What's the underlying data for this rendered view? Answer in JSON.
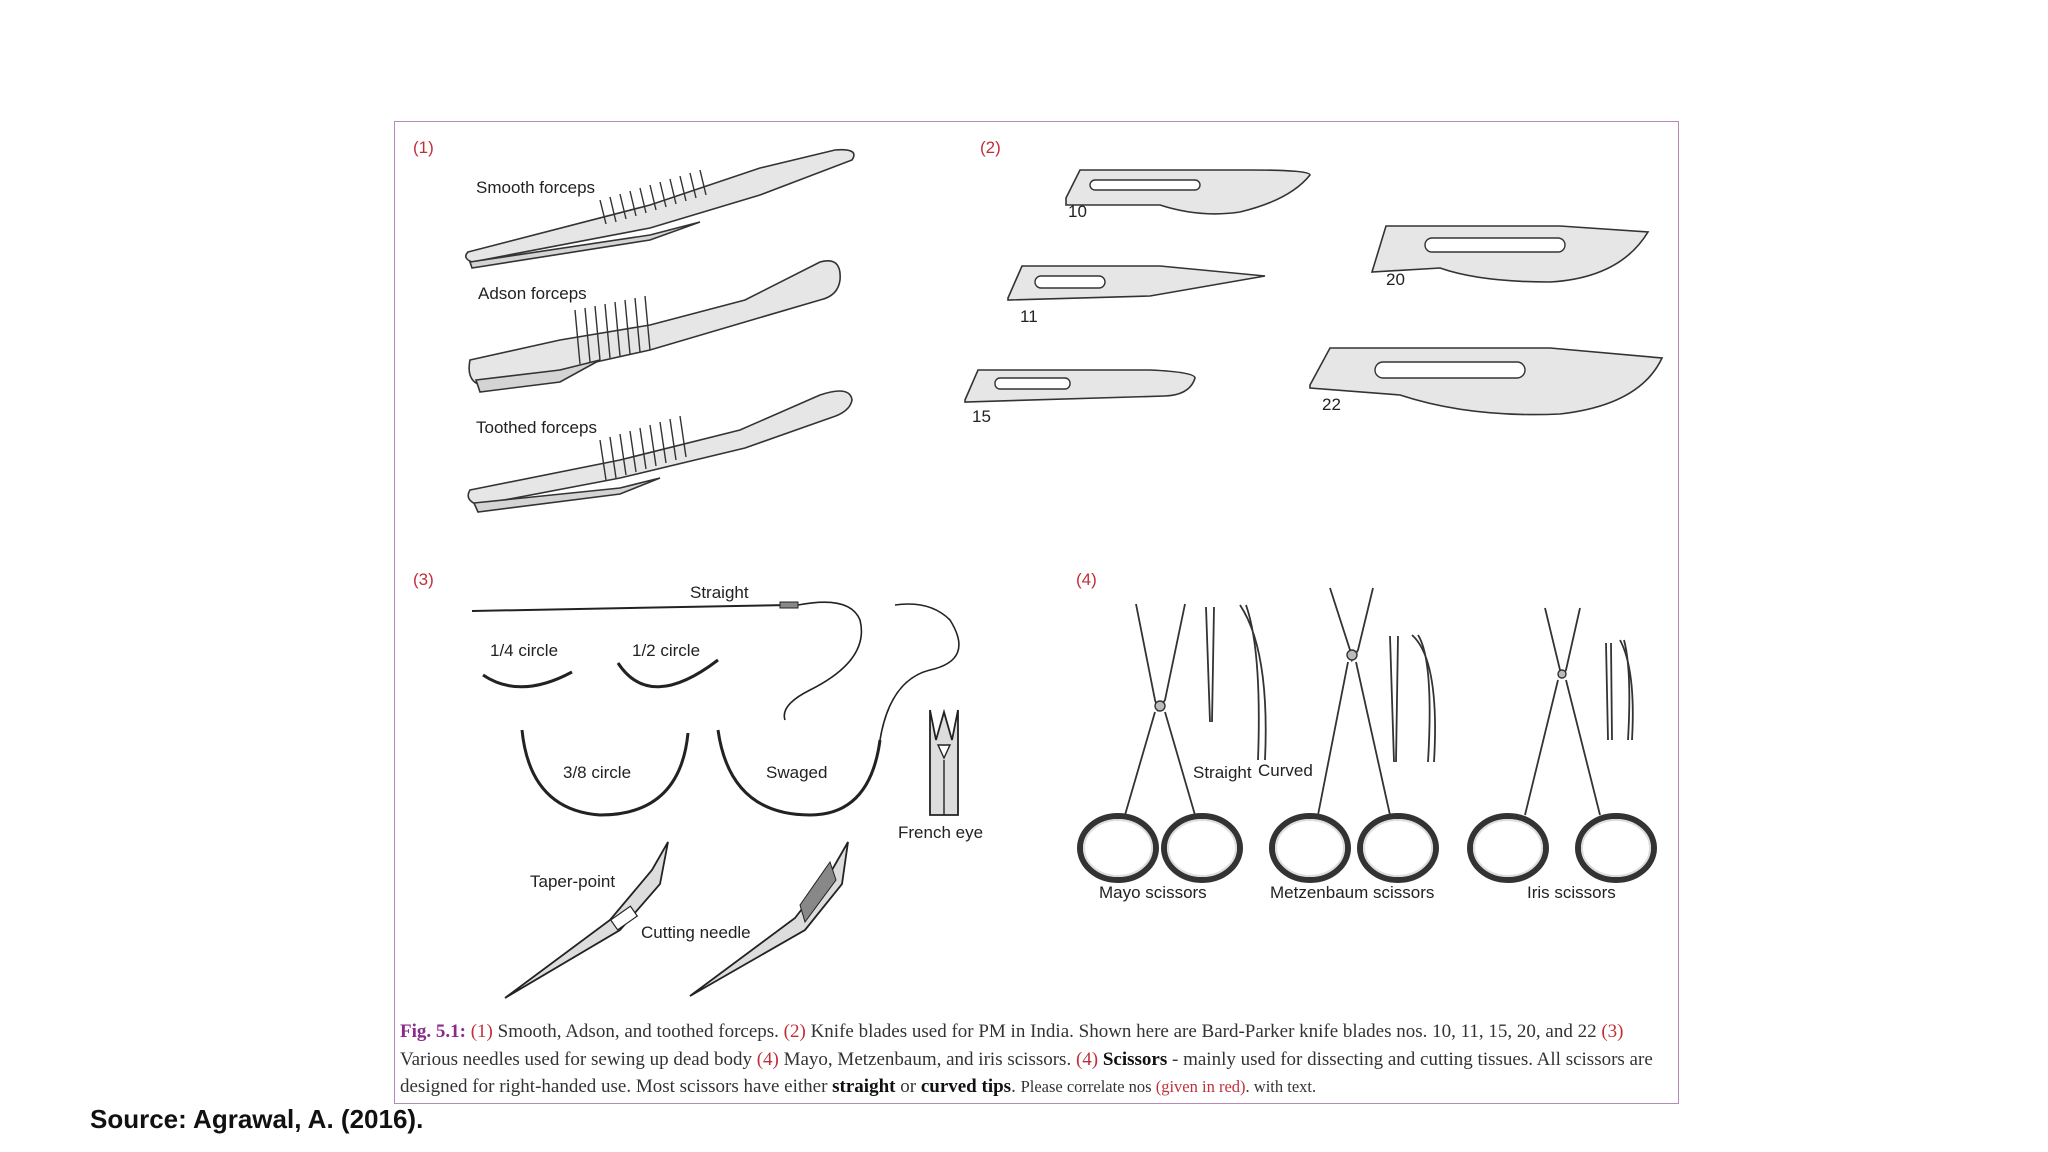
{
  "panels": {
    "p1": {
      "number": "(1)",
      "labels": [
        "Smooth forceps",
        "Adson forceps",
        "Toothed forceps"
      ]
    },
    "p2": {
      "number": "(2)",
      "labels": [
        "10",
        "11",
        "15",
        "20",
        "22"
      ]
    },
    "p3": {
      "number": "(3)",
      "labels": [
        "Straight",
        "1/4 circle",
        "1/2 circle",
        "3/8 circle",
        "Swaged",
        "French eye",
        "Taper-point",
        "Cutting needle"
      ]
    },
    "p4": {
      "number": "(4)",
      "labels": [
        "Straight",
        "Curved",
        "Mayo scissors",
        "Metzenbaum scissors",
        "Iris scissors"
      ]
    }
  },
  "caption": {
    "fig_label": "Fig. 5.1:",
    "ref1": "(1)",
    "text1": " Smooth, Adson, and toothed forceps. ",
    "ref2": "(2)",
    "text2": " Knife blades used for PM in India. Shown here are Bard-Parker knife blades nos. 10, 11, 15, 20, and 22 ",
    "ref3": "(3)",
    "text3": " Various needles used for sewing up dead body ",
    "ref4": "(4)",
    "text4": " Mayo, Metzenbaum, and iris scissors. ",
    "ref5": "(4)",
    "bold1": " Scissors",
    "text5": " - mainly used for dissecting and cutting tissues. All scissors are designed for right-handed use. Most scissors have either ",
    "bold2": "straight",
    "text6": " or ",
    "bold3": "curved tips",
    "text7": ". ",
    "small1": "Please correlate nos ",
    "small_red": "(given in red)",
    "small2": ". with text."
  },
  "source": "Source: Agrawal, A. (2016).",
  "colors": {
    "frame": "#b48ab8",
    "red": "#c0303a",
    "purple": "#8a2a8a"
  }
}
